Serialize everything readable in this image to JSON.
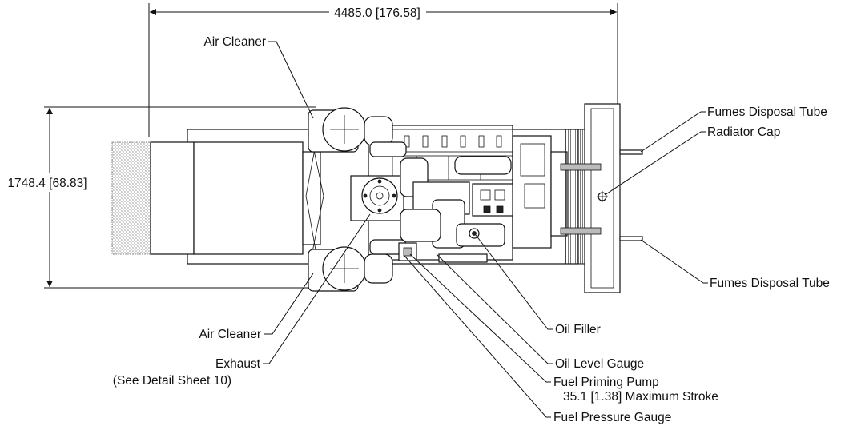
{
  "dimensions": {
    "length": "4485.0 [176.58]",
    "width": "1748.4 [68.83]"
  },
  "callouts": {
    "air_cleaner_top": "Air Cleaner",
    "air_cleaner_bottom": "Air Cleaner",
    "exhaust_line1": "Exhaust",
    "exhaust_line2": "(See Detail Sheet 10)",
    "fumes_disposal_top": "Fumes Disposal Tube",
    "radiator_cap": "Radiator Cap",
    "fumes_disposal_bottom": "Fumes Disposal Tube",
    "oil_filler": "Oil Filler",
    "oil_level_gauge": "Oil Level Gauge",
    "fuel_priming_pump_line1": "Fuel Priming Pump",
    "fuel_priming_pump_line2": "35.1 [1.38] Maximum Stroke",
    "fuel_pressure_gauge": "Fuel Pressure Gauge"
  }
}
